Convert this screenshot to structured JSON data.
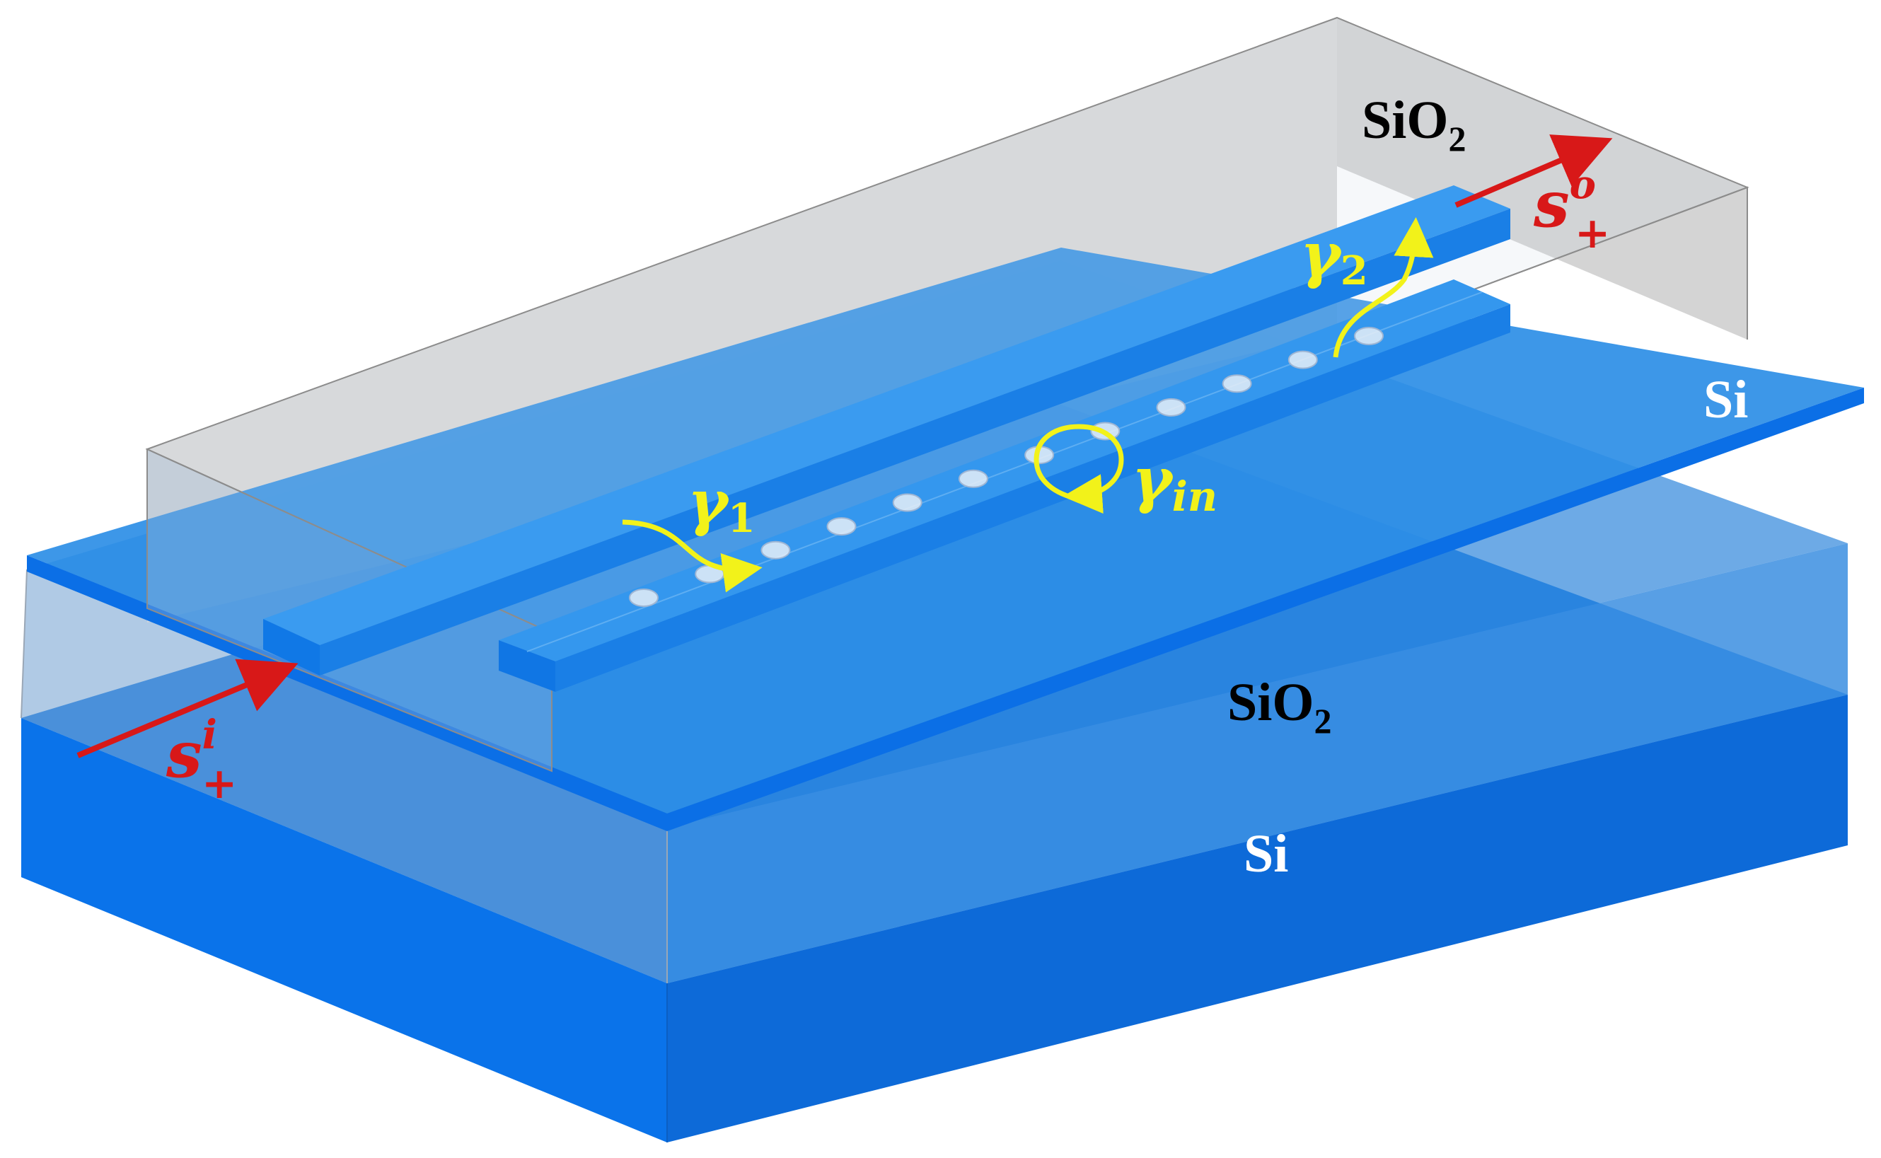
{
  "labels": {
    "sio2_top": {
      "base": "SiO",
      "sub": "2"
    },
    "sio2_mid": {
      "base": "SiO",
      "sub": "2"
    },
    "si_top": "Si",
    "si_bottom": "Si",
    "gamma1": {
      "base": "γ",
      "sub": "1"
    },
    "gamma2": {
      "base": "γ",
      "sub": "2"
    },
    "gamma_in": {
      "base": "γ",
      "sub": "in"
    },
    "s_in": {
      "base": "s",
      "sup": "i",
      "sub": "+"
    },
    "s_out": {
      "base": "s",
      "sup": "o",
      "sub": "+"
    }
  },
  "colors": {
    "silicon": "#0a73ea",
    "silicon_dark": "#0d65cf",
    "oxide_fill": "#d6d6d6",
    "oxide_edge": "#8c8c8c",
    "waveguide": "#2c8fe8",
    "decay_arrow": "#f2f21a",
    "port_arrow": "#d81818",
    "text_dark": "#000000",
    "text_light": "#ffffff"
  },
  "structure": {
    "layers": [
      "Si substrate",
      "SiO2 cladding",
      "Si waveguide layer",
      "SiO2 top cladding"
    ],
    "holes": 12
  }
}
